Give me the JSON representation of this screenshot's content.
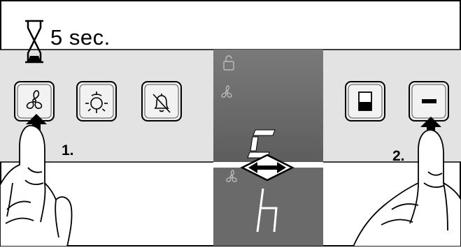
{
  "timer": {
    "label": "5 sec."
  },
  "steps": {
    "first": "1.",
    "second": "2."
  },
  "display": {
    "top_segment_char": "c",
    "bottom_segment_char": "h"
  },
  "buttons": [
    {
      "name": "fan-button",
      "icon": "fan-icon"
    },
    {
      "name": "light-button",
      "icon": "light-bulb-icon"
    },
    {
      "name": "alarm-off-button",
      "icon": "bell-crossed-icon"
    },
    {
      "name": "filter-button",
      "icon": "filter-saturation-icon"
    },
    {
      "name": "minus-button",
      "icon": "minus-icon"
    }
  ],
  "indicators": [
    "lock-icon",
    "fan-icon"
  ],
  "colors": {
    "panel": "#e3e3e3",
    "display": "#6e6e6e",
    "segment": "#ffffff",
    "outline": "#000000"
  }
}
